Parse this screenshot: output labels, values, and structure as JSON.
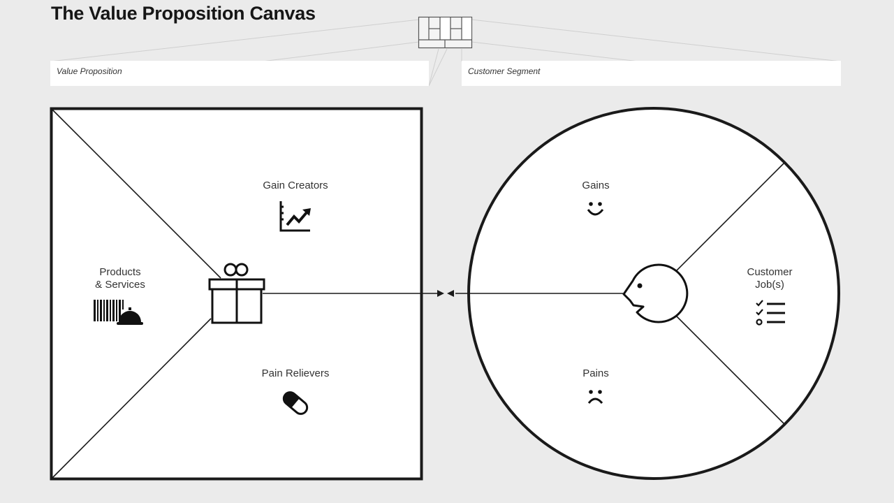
{
  "header": {
    "title": "The Value Proposition Canvas"
  },
  "fields": {
    "value_proposition": "Value Proposition",
    "customer_segment": "Customer Segment"
  },
  "value_map": {
    "shape": "square",
    "icon": "gift-icon",
    "sections": [
      {
        "label": "Gain Creators",
        "icon": "chart-trending-up-icon"
      },
      {
        "label_line1": "Products",
        "label_line2": "& Services",
        "icon": "barcode-service-bell-icon"
      },
      {
        "label": "Pain Relievers",
        "icon": "pill-capsule-icon"
      }
    ]
  },
  "customer_profile": {
    "shape": "circle",
    "icon": "customer-face-icon",
    "sections": [
      {
        "label": "Gains",
        "icon": "smiley-face-icon"
      },
      {
        "label_line1": "Customer",
        "label_line2": "Job(s)",
        "icon": "checklist-icon"
      },
      {
        "label": "Pains",
        "icon": "sad-face-icon"
      }
    ]
  },
  "colors": {
    "background": "#ebebeb",
    "stroke": "#111111",
    "panel": "#ffffff",
    "connector": "#d0d0d0"
  }
}
